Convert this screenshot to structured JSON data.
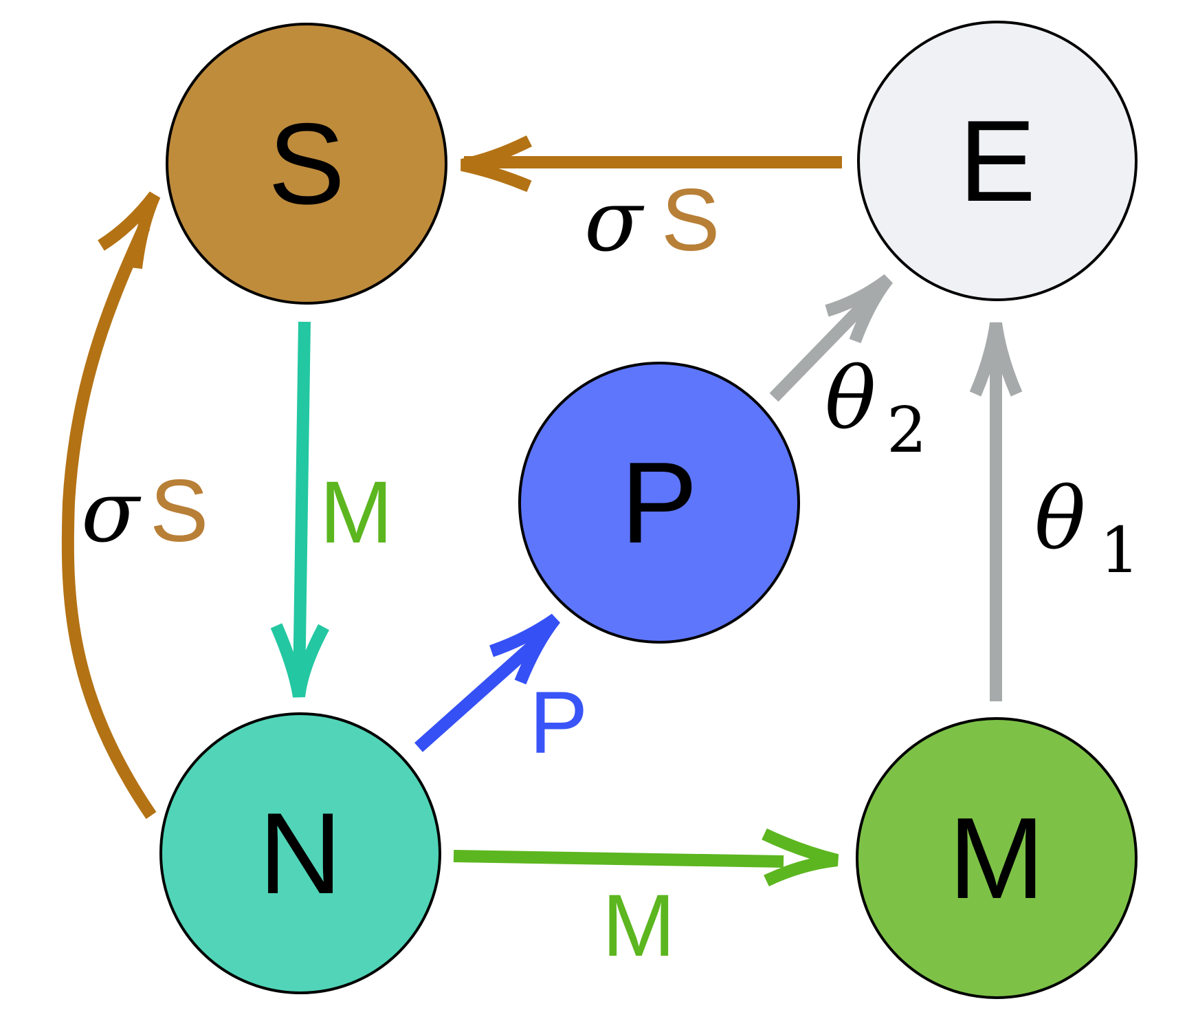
{
  "nodes": {
    "S": {
      "label": "S",
      "color": "#BF8C3C"
    },
    "E": {
      "label": "E",
      "color": "#F0F1F4"
    },
    "P": {
      "label": "P",
      "color": "#5E76FB"
    },
    "N": {
      "label": "N",
      "color": "#51D4B7"
    },
    "M": {
      "label": "M",
      "color": "#7DC247"
    }
  },
  "edges": {
    "e_to_s": {
      "sigma": "σ",
      "rate": "S",
      "rate_color": "#B87F36",
      "arrow_color": "#B37214"
    },
    "n_to_s": {
      "sigma": "σ",
      "rate": "S",
      "rate_color": "#B87F36",
      "arrow_color": "#B37214"
    },
    "s_to_n": {
      "rate": "M",
      "rate_color": "#5CB61F",
      "arrow_color": "#23C7A1"
    },
    "n_to_p": {
      "rate": "P",
      "rate_color": "#3A55F7",
      "arrow_color": "#3550F5"
    },
    "n_to_m": {
      "rate": "M",
      "rate_color": "#5CB61F",
      "arrow_color": "#5CB61F"
    },
    "p_to_e": {
      "theta": "θ",
      "sub": "2",
      "arrow_color": "#A6AAAA"
    },
    "m_to_e": {
      "theta": "θ",
      "sub": "1",
      "arrow_color": "#A6AAAA"
    }
  }
}
